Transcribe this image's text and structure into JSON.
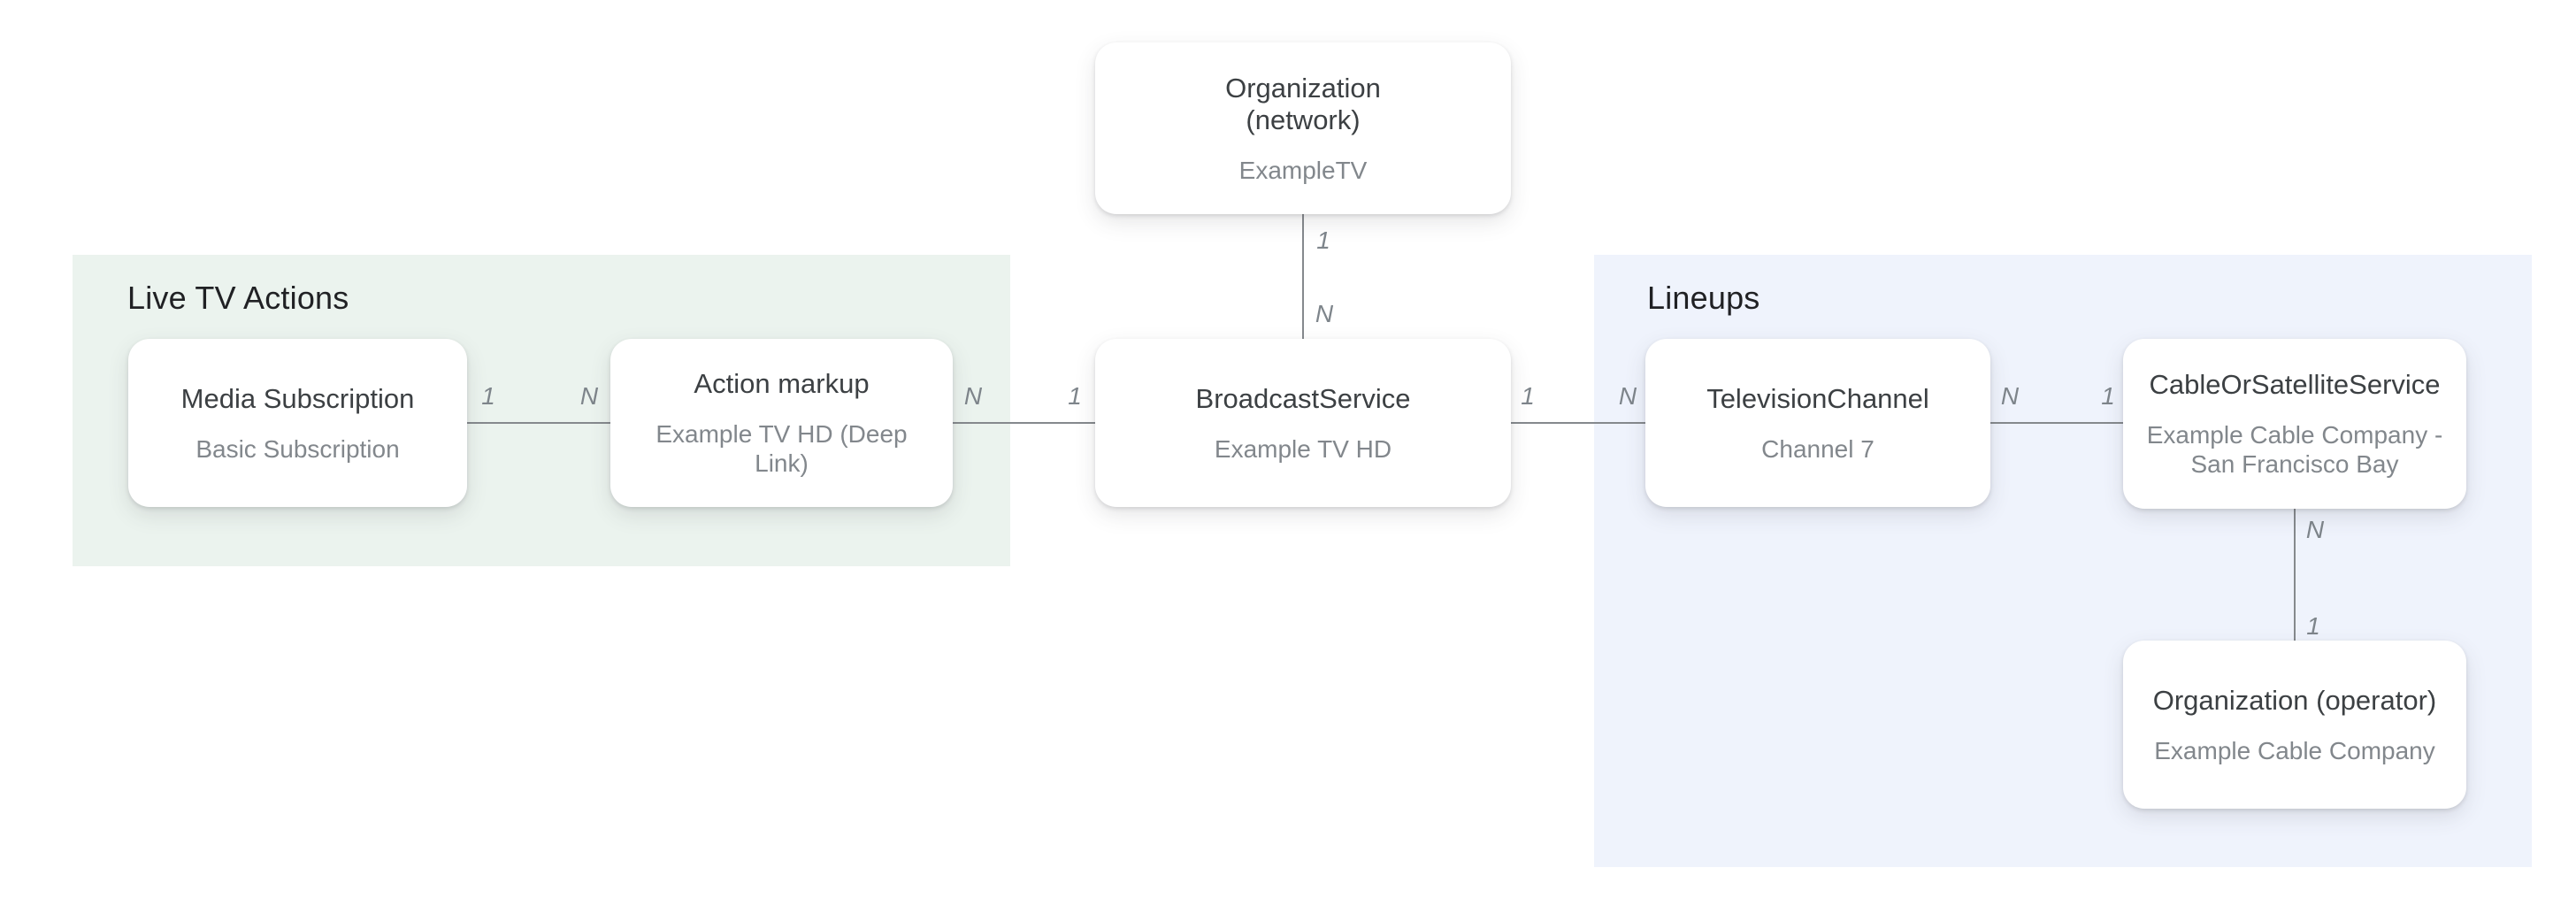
{
  "colors": {
    "background": "#ffffff",
    "live_tv_actions_panel": "#EBF3EE",
    "lineups_panel": "#EFF3FC",
    "card_background": "#ffffff",
    "node_title_text": "#3C4043",
    "node_subtitle_text": "#82878C",
    "section_header_text": "#202124",
    "connector_line": "#85898D",
    "cardinality_label_text": "#7E858B"
  },
  "sections": {
    "live_tv_actions": {
      "label": "Live TV Actions"
    },
    "lineups": {
      "label": "Lineups"
    }
  },
  "nodes": {
    "org_network": {
      "title": "Organization\n(network)",
      "subtitle": "ExampleTV"
    },
    "media_subscription": {
      "title": "Media Subscription",
      "subtitle": "Basic Subscription"
    },
    "action_markup": {
      "title": "Action markup",
      "subtitle": "Example TV HD (Deep Link)"
    },
    "broadcast_service": {
      "title": "BroadcastService",
      "subtitle": "Example TV HD"
    },
    "television_channel": {
      "title": "TelevisionChannel",
      "subtitle": "Channel 7"
    },
    "cable_or_satellite_service": {
      "title": "CableOrSatelliteService",
      "subtitle": "Example Cable Company - San Francisco Bay"
    },
    "org_operator": {
      "title": "Organization (operator)",
      "subtitle": "Example Cable Company"
    }
  },
  "edges": {
    "network_to_broadcast": {
      "from_label": "1",
      "to_label": "N"
    },
    "media_to_action": {
      "from_label": "1",
      "to_label": "N"
    },
    "action_to_broadcast": {
      "from_label": "N",
      "to_label": "1"
    },
    "broadcast_to_television": {
      "from_label": "1",
      "to_label": "N"
    },
    "television_to_cable": {
      "from_label": "N",
      "to_label": "1"
    },
    "cable_to_operator": {
      "from_label": "N",
      "to_label": "1"
    }
  }
}
